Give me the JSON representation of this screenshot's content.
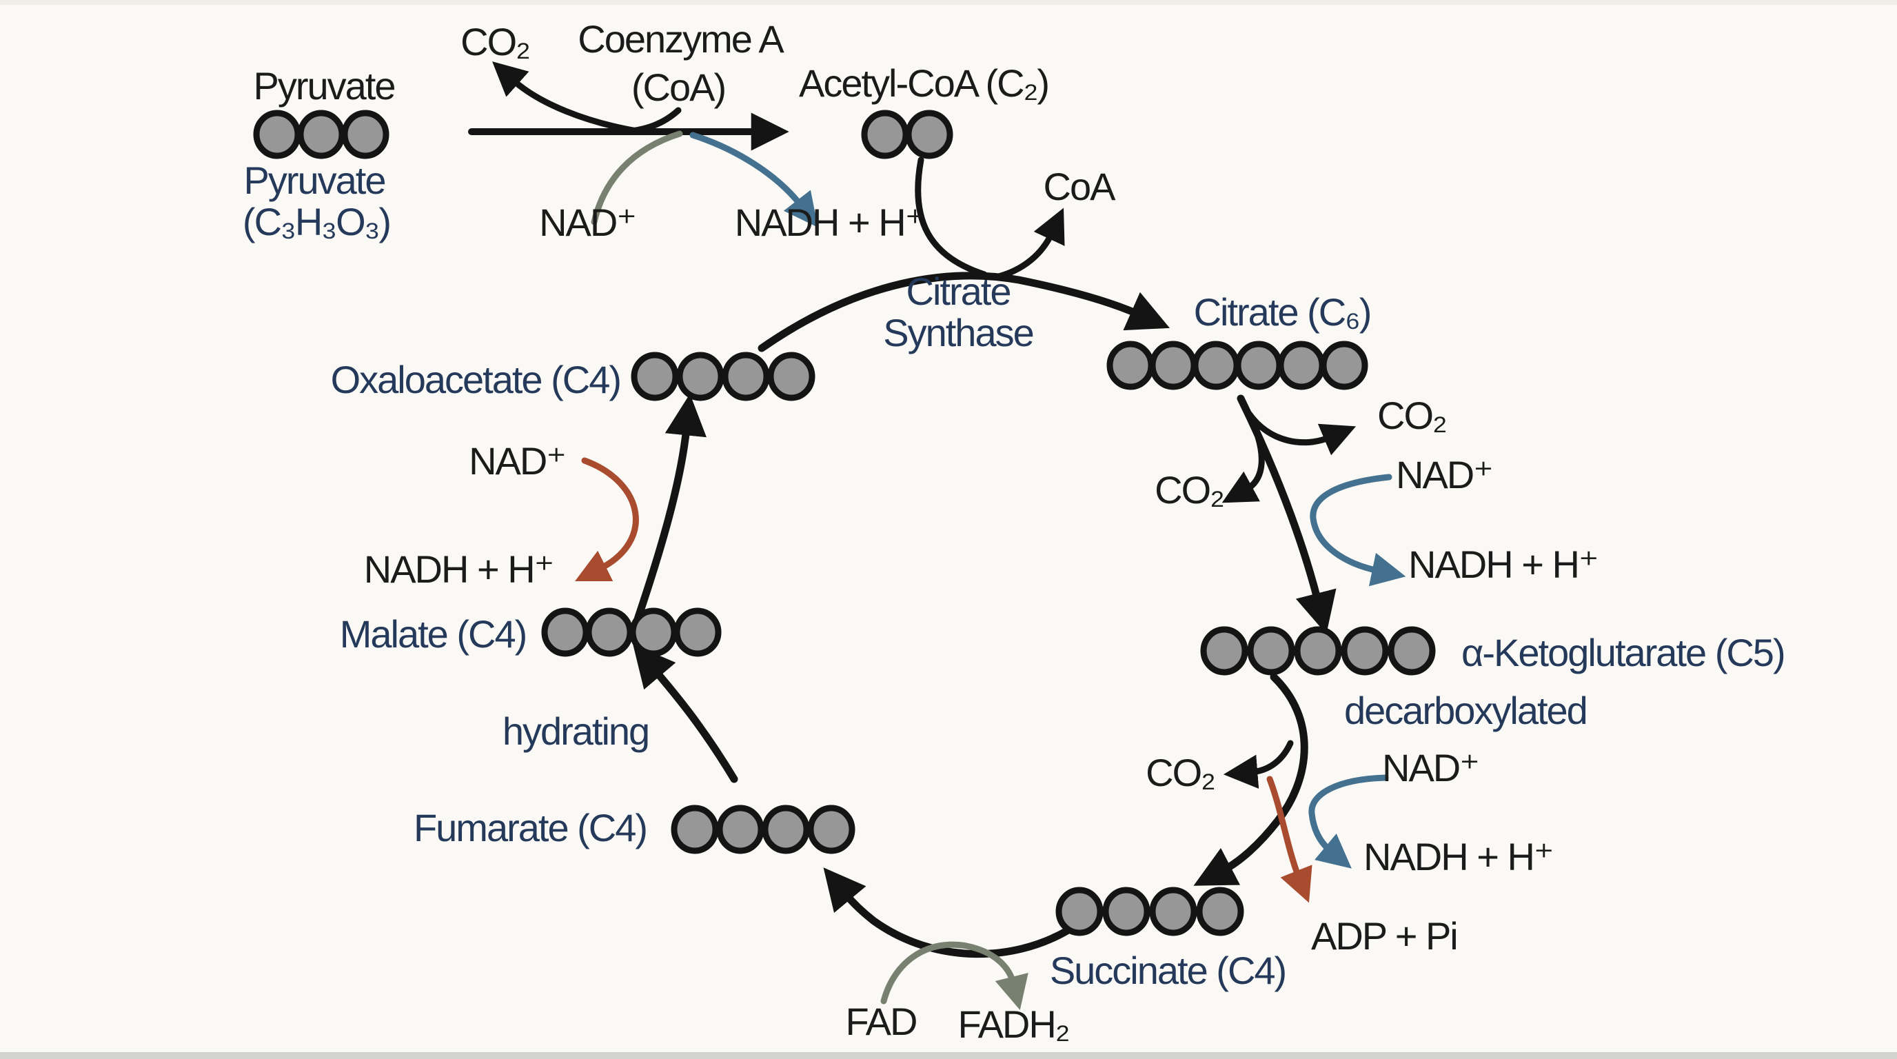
{
  "palette": {
    "background": "#faf9f5",
    "text_black": "#1b1b1b",
    "text_navy": "#25395a",
    "arrow_black": "#141414",
    "arrow_blue": "#44718f",
    "arrow_red": "#a84b2e",
    "arrow_olive": "#78816f",
    "carbon_fill": "#979797"
  },
  "molecules": {
    "pyruvate_top": {
      "label": "Pyruvate",
      "carbons": 3
    },
    "pyruvate": {
      "name": "Pyruvate",
      "formula": "(C₃H₃O₃)"
    },
    "acetyl_coa": {
      "label": "Acetyl-CoA (C₂)",
      "carbons": 2
    },
    "citrate": {
      "label": "Citrate (C₆)",
      "carbons": 6
    },
    "alpha_ketoglutarate": {
      "label": "α-Ketoglutarate (C5)",
      "carbons": 5
    },
    "succinate": {
      "label": "Succinate (C4)",
      "carbons": 4
    },
    "fumarate": {
      "label": "Fumarate (C4)",
      "carbons": 4
    },
    "malate": {
      "label": "Malate (C4)",
      "carbons": 4
    },
    "oxaloacetate": {
      "label": "Oxaloacetate (C4)",
      "carbons": 4
    }
  },
  "enzyme": {
    "citrate_synthase_line1": "Citrate",
    "citrate_synthase_line2": "Synthase"
  },
  "process_labels": {
    "decarboxylated": "decarboxylated",
    "hydrating": "hydrating"
  },
  "cofactors": {
    "pyruvate_to_acetyl": {
      "co2": "CO₂",
      "coenzyme_a_line1": "Coenzyme A",
      "coenzyme_a_line2": "(CoA)",
      "nad": "NAD⁺",
      "nadh": "NADH + H⁺"
    },
    "acetyl_to_citrate": {
      "coa_released": "CoA"
    },
    "citrate_to_ketoglutarate": {
      "co2_right": "CO₂",
      "co2_left": "CO₂",
      "nad": "NAD⁺",
      "nadh": "NADH + H⁺"
    },
    "ketoglutarate_to_succinate": {
      "co2": "CO₂",
      "nad": "NAD⁺",
      "nadh": "NADH + H⁺",
      "adp": "ADP + Pi"
    },
    "succinate_to_fumarate": {
      "fad": "FAD",
      "fadh2": "FADH₂"
    },
    "malate_to_oxaloacetate": {
      "nad": "NAD⁺",
      "nadh": "NADH + H⁺"
    }
  }
}
